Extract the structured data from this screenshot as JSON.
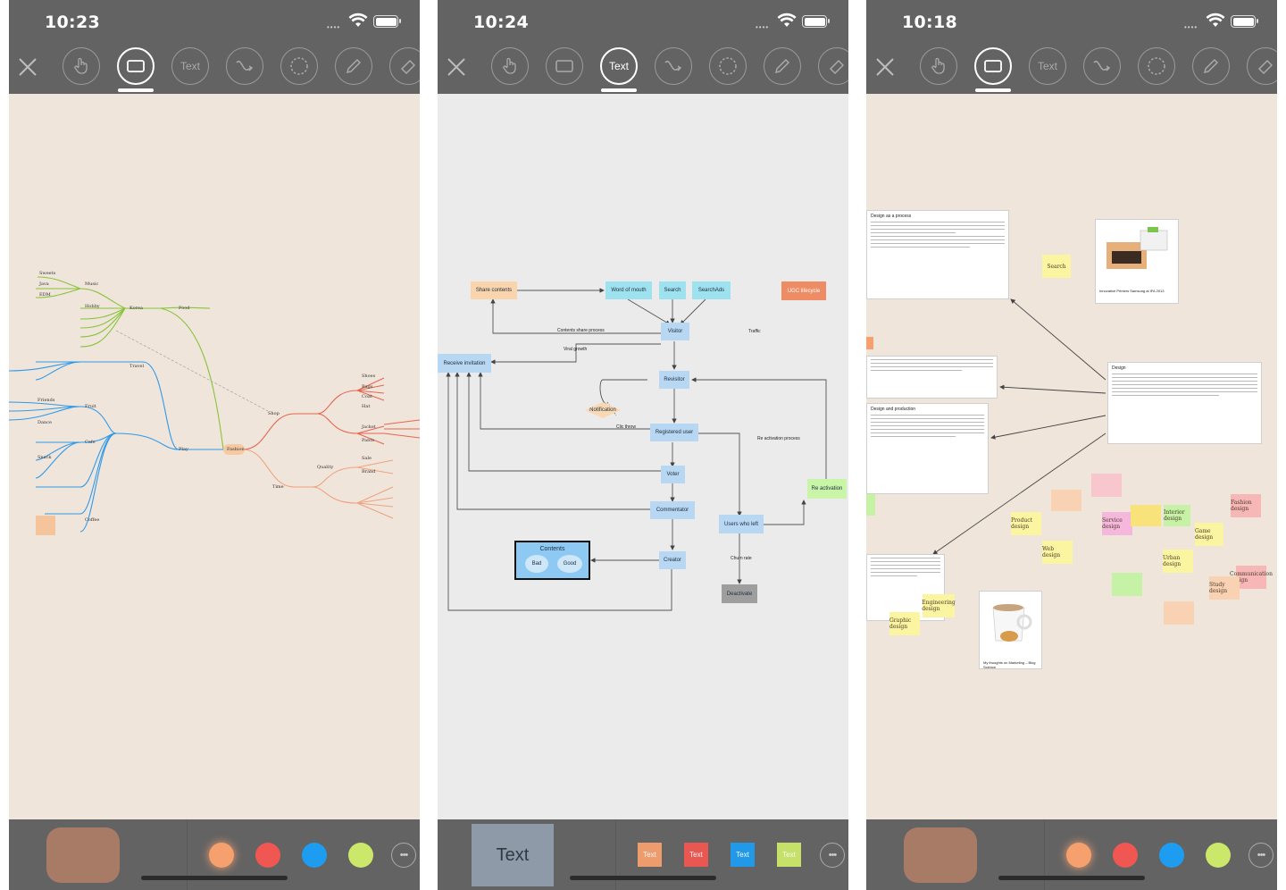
{
  "screens": [
    {
      "time": "10:23",
      "tools": {
        "text_label": "Text",
        "active": "shape"
      },
      "canvas_bg": "#f0e5db",
      "mindmap": {
        "center": "Fashion",
        "branches": [
          "Food",
          "Play",
          "Travel",
          "Shop",
          "Time",
          "Quality",
          "Korea",
          "Fruit",
          "Cafe"
        ],
        "labels": [
          "Sweets",
          "Java",
          "EDM",
          "Music",
          "Hobby",
          "Friends",
          "Dance",
          "Snack",
          "Coffee",
          "Shoes",
          "Bags",
          "Coat",
          "Hat",
          "Jacket",
          "Pants",
          "Sale",
          "Brand"
        ]
      },
      "swatches": [
        "#a87b67",
        "#f5a06e",
        "#f05752",
        "#1e9cf0",
        "#cce86a"
      ]
    },
    {
      "time": "10:24",
      "tools": {
        "text_label": "Text",
        "active": "text"
      },
      "canvas_bg": "#ebebeb",
      "flow": {
        "share_contents": "Share contents",
        "word_of_mouth": "Word of mouth",
        "search": "Search",
        "search_ads": "SearchAds",
        "ugc": "UGC lifecycle",
        "visitor": "Visitor",
        "traffic": "Traffic",
        "contents_share": "Contents share process",
        "viral": "Viral growth",
        "receive": "Receive invitation",
        "revisitor": "Revisitor",
        "notification": "Notification",
        "clic_throw": "Clic throw",
        "registered": "Registered user",
        "reactivation_process": "Re activation process",
        "voter": "Voter",
        "reactivation": "Re activation",
        "commentator": "Commentator",
        "users_left": "Users who left",
        "contents": "Contents",
        "bad": "Bad",
        "good": "Good",
        "creator": "Creator",
        "churn": "Churn rate",
        "deactivate": "Deactivate"
      },
      "text_swatch": "Text",
      "squares": [
        {
          "color": "#f5a06e",
          "label": "Text"
        },
        {
          "color": "#f05752",
          "label": "Text"
        },
        {
          "color": "#1e9cf0",
          "label": "Text"
        },
        {
          "color": "#cce86a",
          "label": "Text"
        }
      ]
    },
    {
      "time": "10:18",
      "tools": {
        "text_label": "Text",
        "active": "shape"
      },
      "canvas_bg": "#f0e5db",
      "board": {
        "doc1_title": "Design as a process",
        "doc_center_title": "Design",
        "doc3_title": "Design and production",
        "printer_caption": "Innovative Printers Samsung at IFA 2013",
        "mug_caption": "My thoughts on Marketing – Blog Science",
        "stickies": [
          "Search",
          "Fashion design",
          "Game design",
          "Web design",
          "Service design",
          "Interior design",
          "Graphic design",
          "Engineering design",
          "Communication design",
          "Product design",
          "Study design",
          "Urban design"
        ]
      },
      "swatches": [
        "#a87b67",
        "#f5a06e",
        "#f05752",
        "#1e9cf0",
        "#cce86a"
      ]
    }
  ]
}
